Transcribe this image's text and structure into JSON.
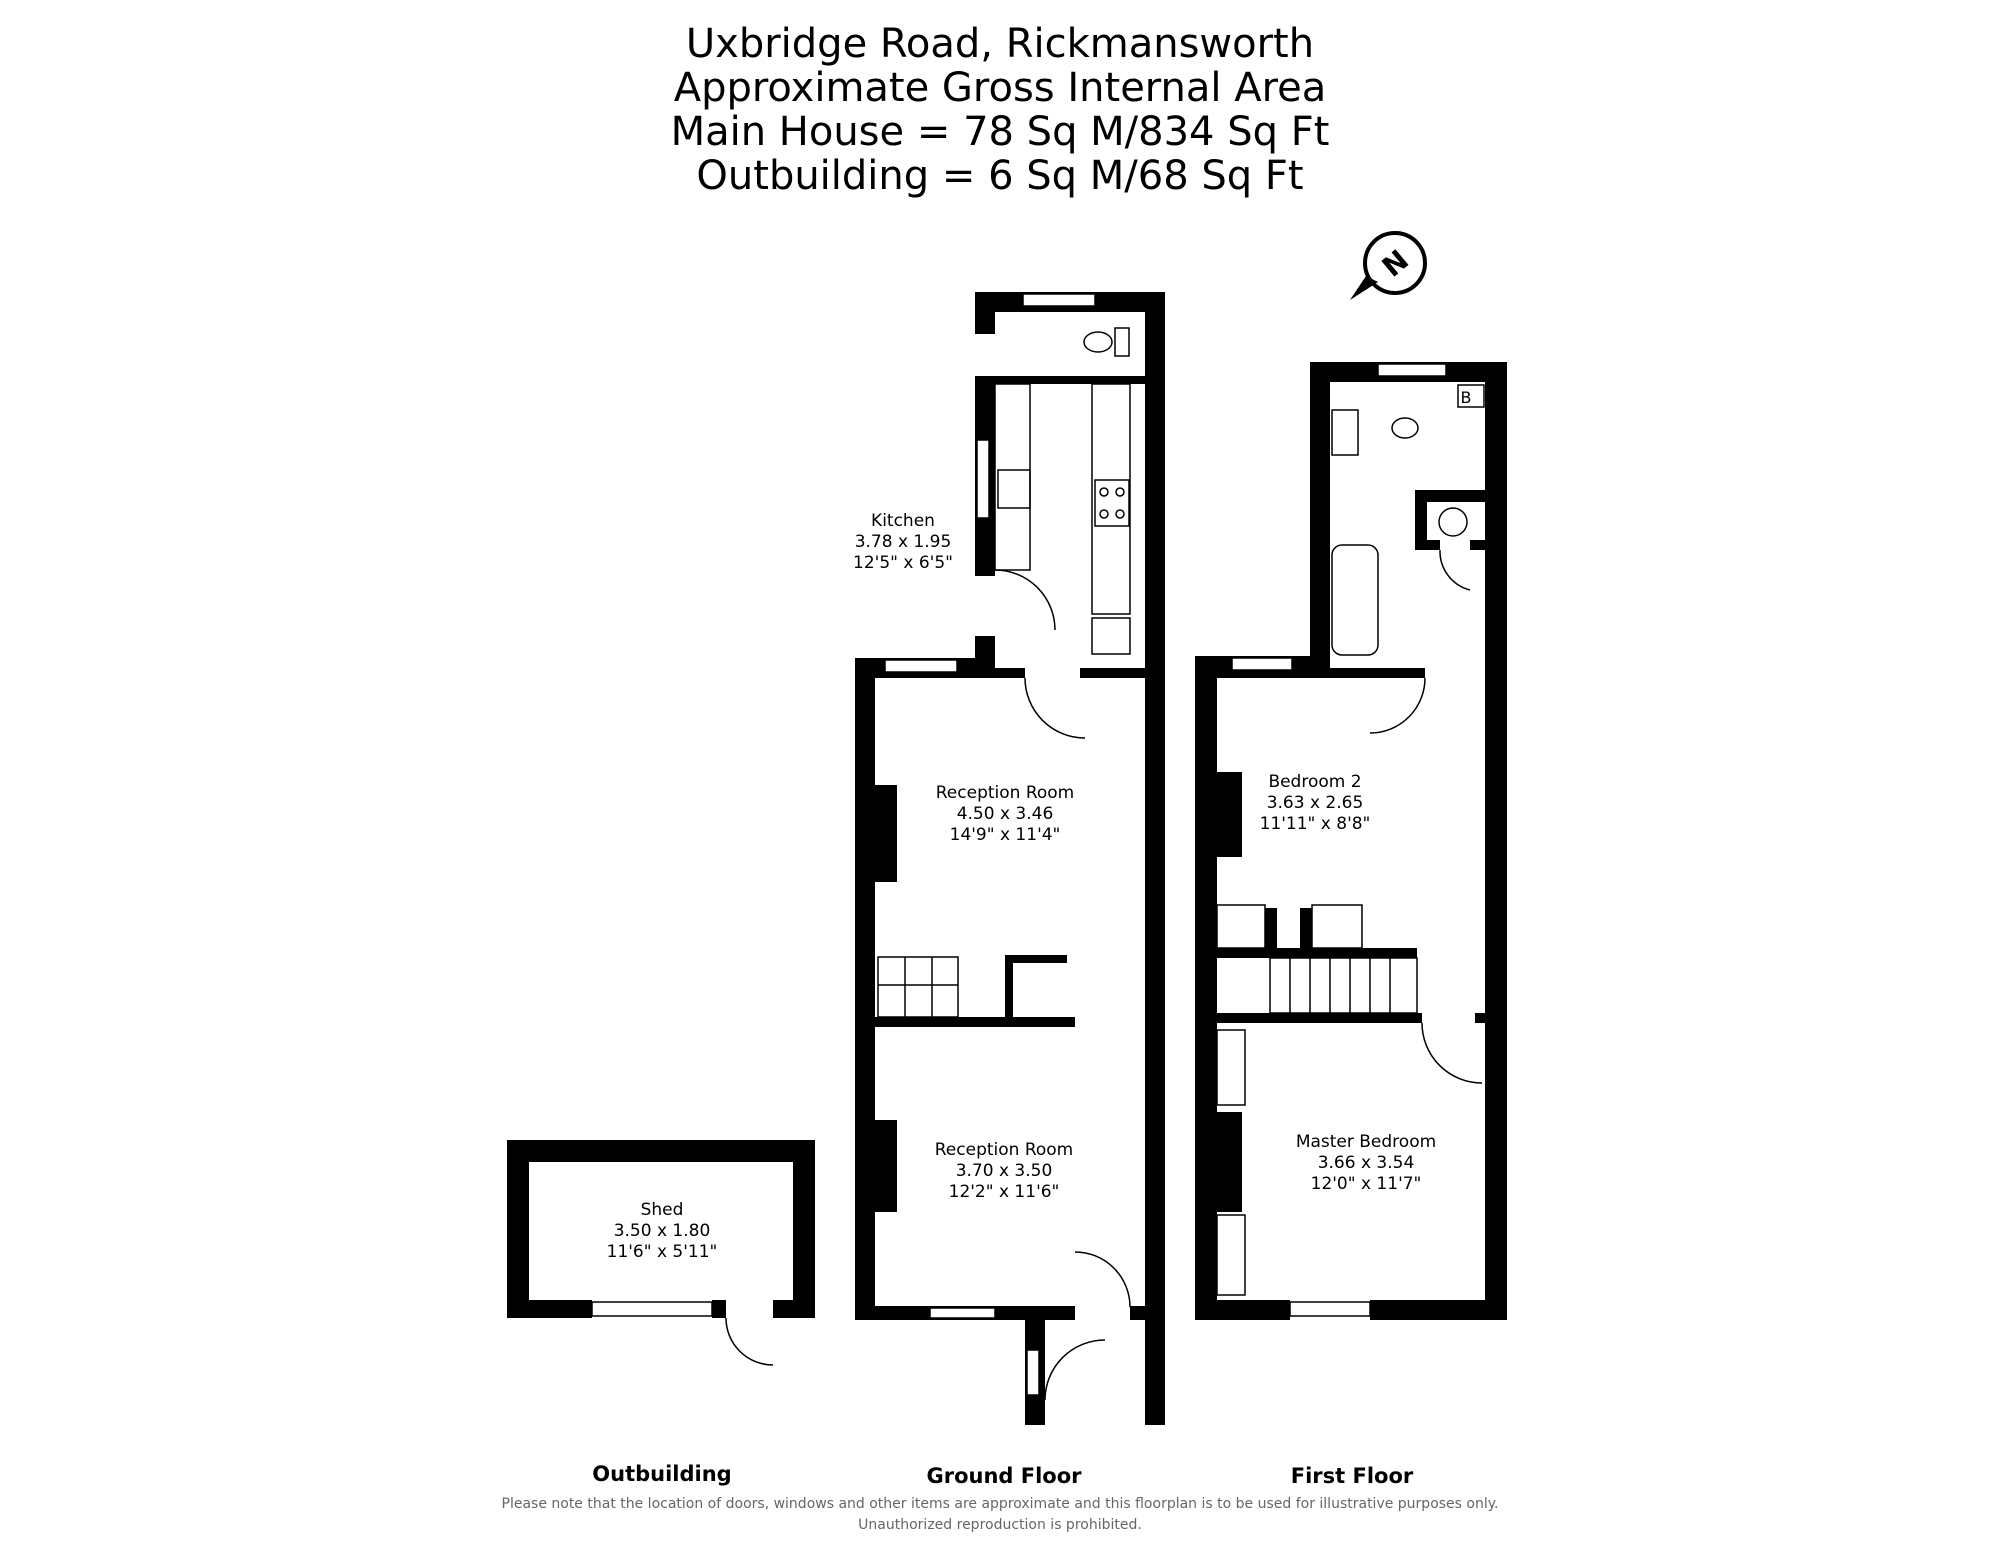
{
  "header": {
    "line1": "Uxbridge Road, Rickmansworth",
    "line2": "Approximate Gross Internal Area",
    "line3": "Main House = 78 Sq M/834 Sq Ft",
    "line4": "Outbuilding = 6 Sq M/68 Sq Ft"
  },
  "compass": {
    "letter": "N"
  },
  "rooms": {
    "kitchen": {
      "name": "Kitchen",
      "metric": "3.78 x 1.95",
      "imperial": "12'5\" x 6'5\""
    },
    "reception1": {
      "name": "Reception Room",
      "metric": "4.50 x 3.46",
      "imperial": "14'9\" x 11'4\""
    },
    "reception2": {
      "name": "Reception Room",
      "metric": "3.70 x 3.50",
      "imperial": "12'2\" x 11'6\""
    },
    "shed": {
      "name": "Shed",
      "metric": "3.50 x 1.80",
      "imperial": "11'6\" x 5'11\""
    },
    "bedroom2": {
      "name": "Bedroom 2",
      "metric": "3.63 x 2.65",
      "imperial": "11'11\" x 8'8\""
    },
    "master": {
      "name": "Master Bedroom",
      "metric": "3.66 x 3.54",
      "imperial": "12'0\" x 11'7\""
    }
  },
  "boiler_label": "B",
  "floors": {
    "outbuilding": "Outbuilding",
    "ground": "Ground Floor",
    "first": "First Floor"
  },
  "disclaimer": "Please note that the location of doors, windows and other items are approximate and this floorplan is to be used for illustrative purposes only. Unauthorized reproduction is prohibited."
}
